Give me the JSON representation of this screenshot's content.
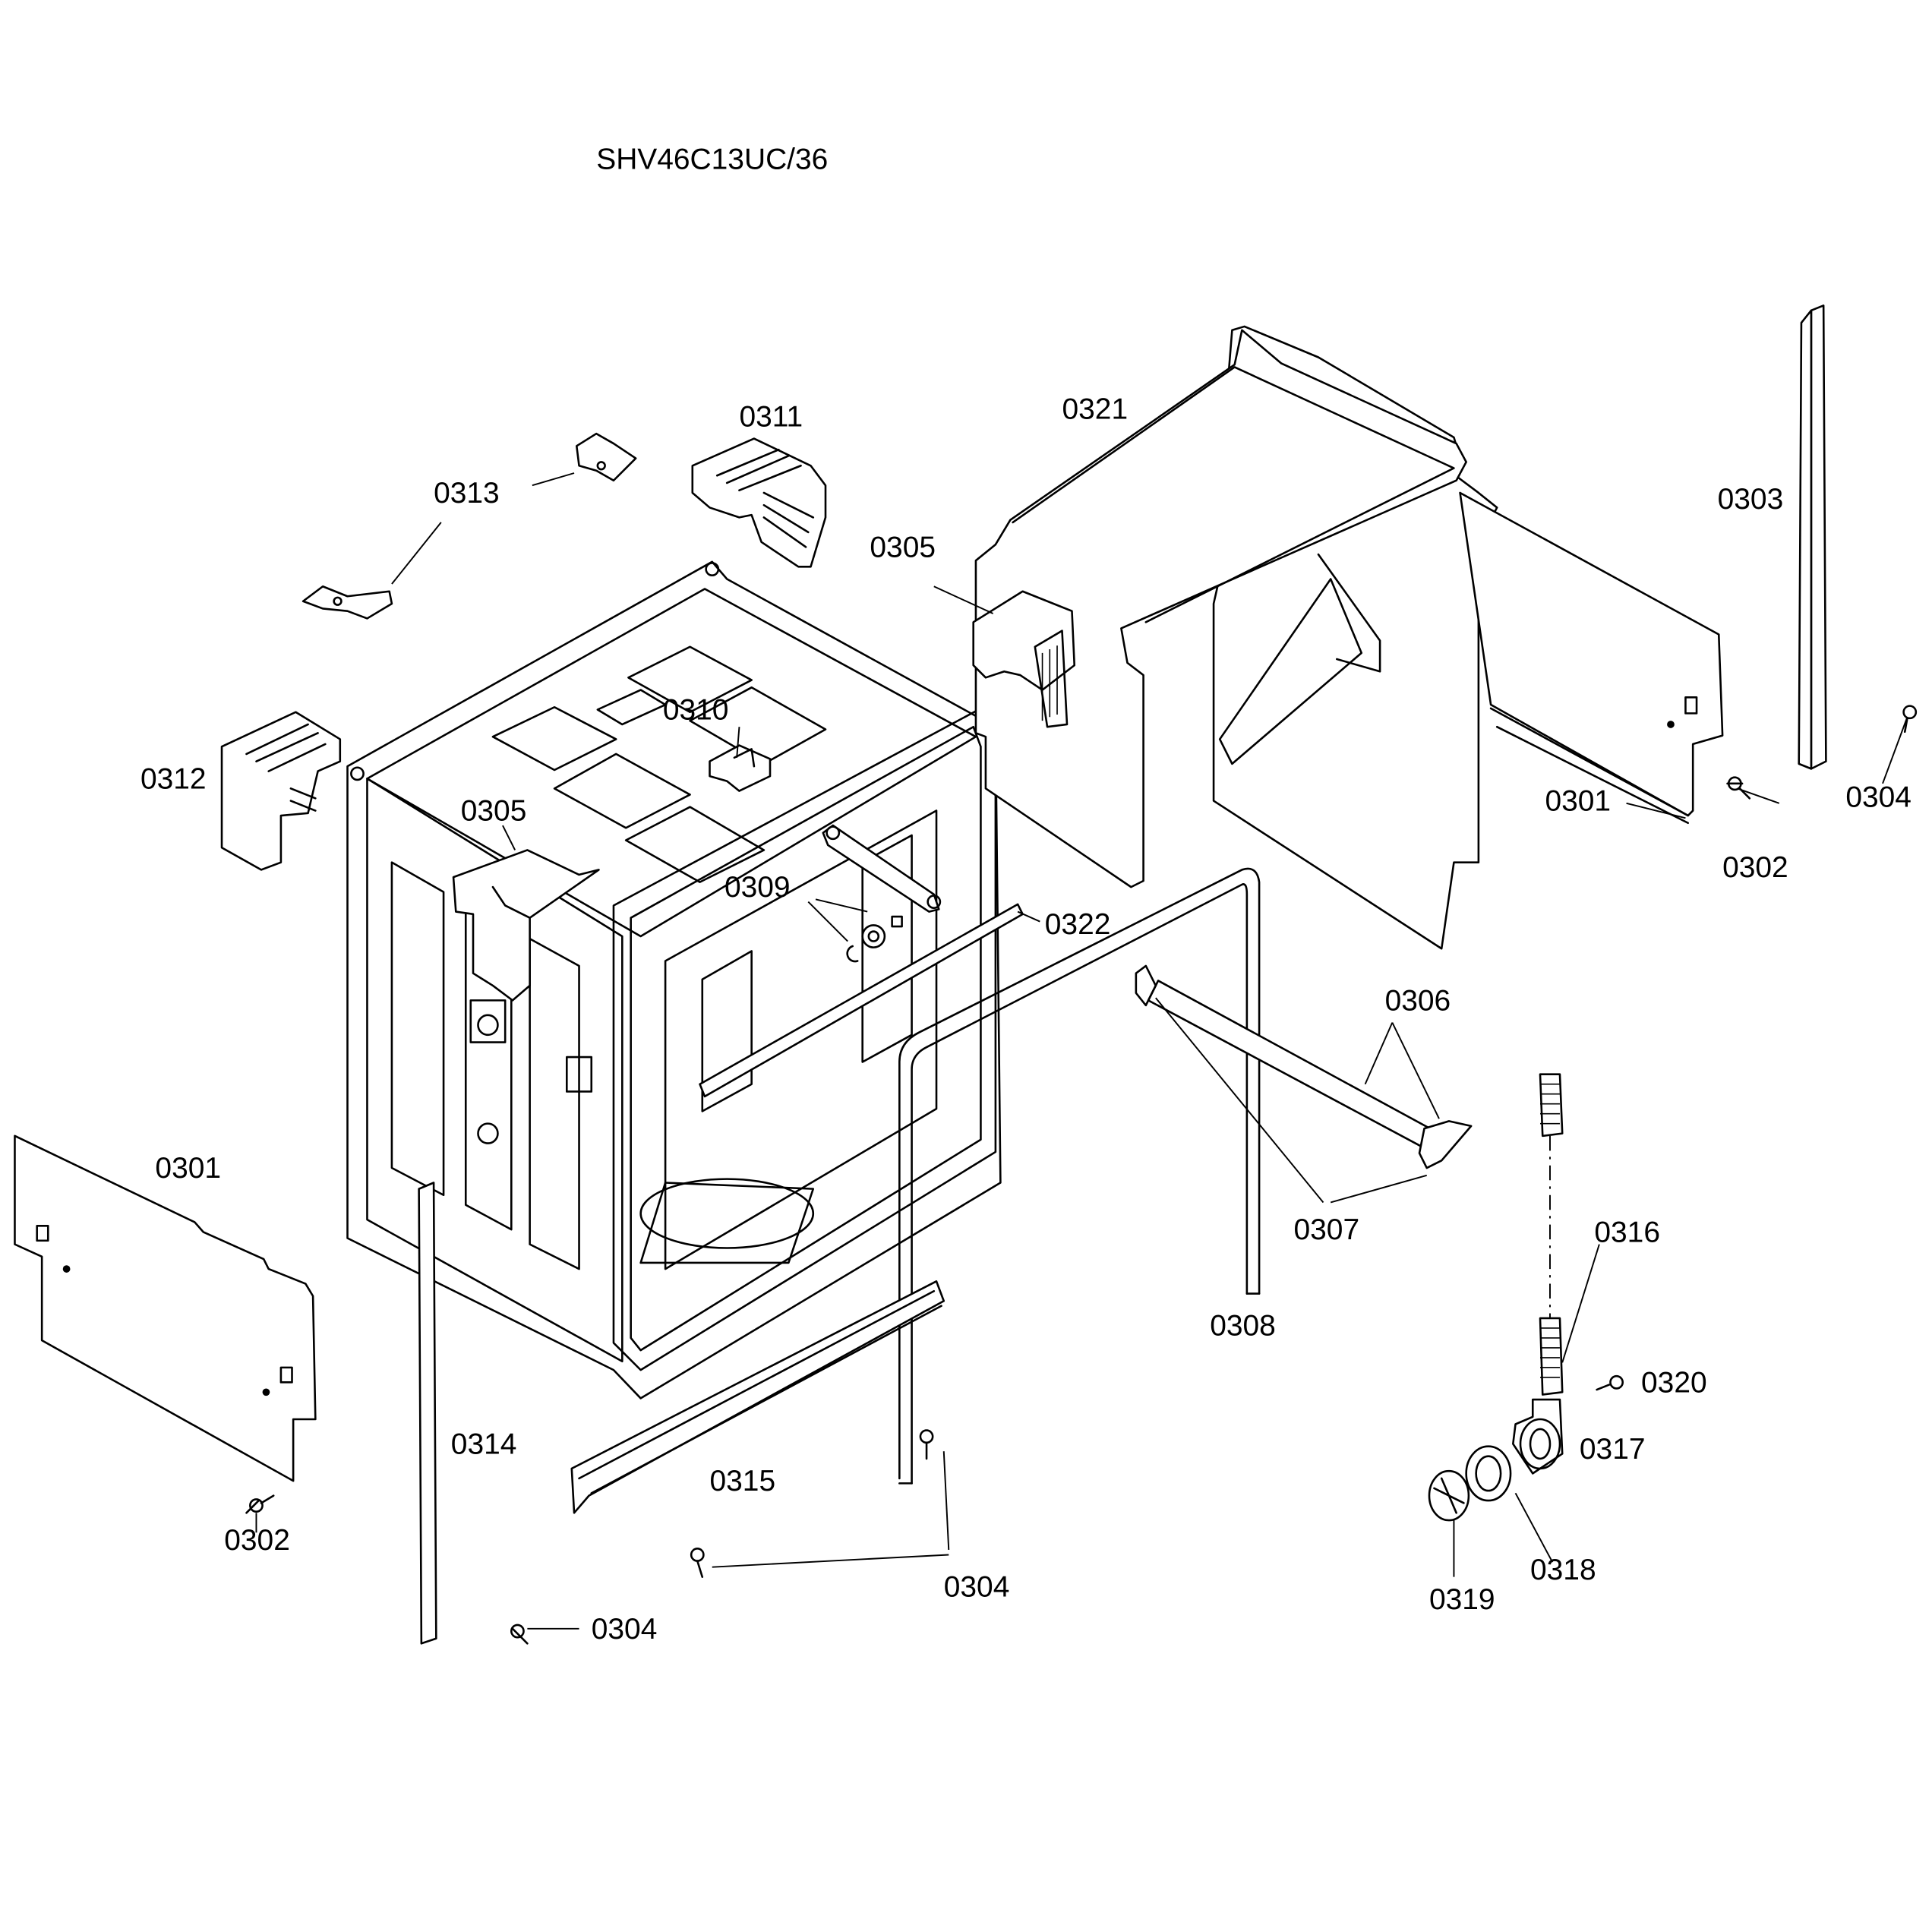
{
  "title": "SHV46C13UC/36",
  "labels": {
    "p0301_left": "0301",
    "p0301_right": "0301",
    "p0302_left": "0302",
    "p0302_right": "0302",
    "p0303": "0303",
    "p0304_a": "0304",
    "p0304_b": "0304",
    "p0304_c": "0304",
    "p0305_a": "0305",
    "p0305_b": "0305",
    "p0306": "0306",
    "p0307": "0307",
    "p0308": "0308",
    "p0309": "0309",
    "p0310": "0310",
    "p0311": "0311",
    "p0312": "0312",
    "p0313": "0313",
    "p0314": "0314",
    "p0315": "0315",
    "p0316": "0316",
    "p0317": "0317",
    "p0318": "0318",
    "p0319": "0319",
    "p0320": "0320",
    "p0321": "0321",
    "p0322": "0322"
  }
}
